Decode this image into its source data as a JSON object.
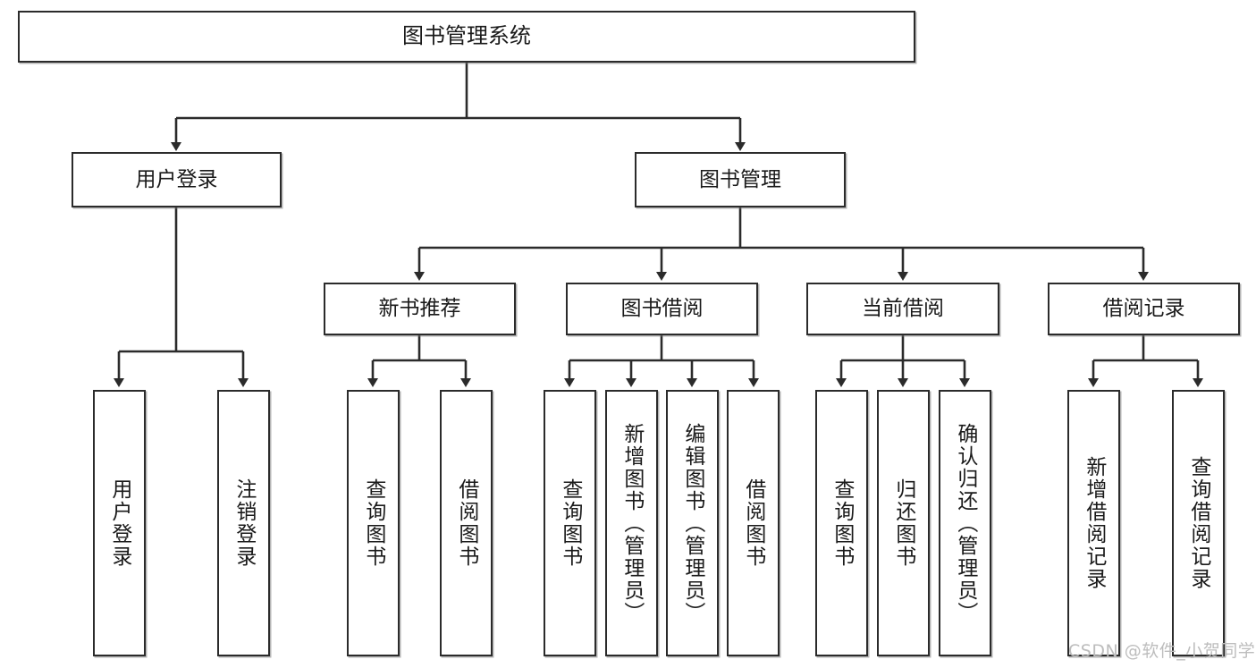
{
  "diagram": {
    "type": "tree-hierarchy-chart",
    "title": "图书管理系统",
    "colors": {
      "box_border": "#2b2b2b",
      "box_fill": "#ffffff",
      "connector": "#2b2b2b",
      "text": "#1a1a1a",
      "watermark": "#bdbdbd",
      "background": "#ffffff"
    },
    "levels": {
      "level0": [
        {
          "id": "root",
          "label": "图书管理系统",
          "orientation": "horizontal"
        }
      ],
      "level1": [
        {
          "id": "n-login",
          "label": "用户登录",
          "orientation": "horizontal"
        },
        {
          "id": "n-bookmgmt",
          "label": "图书管理",
          "orientation": "horizontal"
        }
      ],
      "level2": [
        {
          "id": "n-newbook",
          "label": "新书推荐",
          "orientation": "horizontal",
          "parent": "n-bookmgmt"
        },
        {
          "id": "n-borrow",
          "label": "图书借阅",
          "orientation": "horizontal",
          "parent": "n-bookmgmt"
        },
        {
          "id": "n-current",
          "label": "当前借阅",
          "orientation": "horizontal",
          "parent": "n-bookmgmt"
        },
        {
          "id": "n-records",
          "label": "借阅记录",
          "orientation": "horizontal",
          "parent": "n-bookmgmt"
        }
      ],
      "leaves": [
        {
          "id": "l1",
          "label": "用户登录",
          "orientation": "vertical",
          "parent": "n-login"
        },
        {
          "id": "l2",
          "label": "注销登录",
          "orientation": "vertical",
          "parent": "n-login"
        },
        {
          "id": "l3",
          "label": "查询图书",
          "orientation": "vertical",
          "parent": "n-newbook"
        },
        {
          "id": "l4",
          "label": "借阅图书",
          "orientation": "vertical",
          "parent": "n-newbook"
        },
        {
          "id": "l5",
          "label": "查询图书",
          "orientation": "vertical",
          "parent": "n-borrow"
        },
        {
          "id": "l6",
          "label": "新增图书（管理员）",
          "orientation": "vertical",
          "parent": "n-borrow"
        },
        {
          "id": "l7",
          "label": "编辑图书（管理员）",
          "orientation": "vertical",
          "parent": "n-borrow"
        },
        {
          "id": "l8",
          "label": "借阅图书",
          "orientation": "vertical",
          "parent": "n-borrow"
        },
        {
          "id": "l9",
          "label": "查询图书",
          "orientation": "vertical",
          "parent": "n-current"
        },
        {
          "id": "l10",
          "label": "归还图书",
          "orientation": "vertical",
          "parent": "n-current"
        },
        {
          "id": "l11",
          "label": "确认归还（管理员）",
          "orientation": "vertical",
          "parent": "n-current"
        },
        {
          "id": "l12",
          "label": "新增借阅记录",
          "orientation": "vertical",
          "parent": "n-records"
        },
        {
          "id": "l13",
          "label": "查询借阅记录",
          "orientation": "vertical",
          "parent": "n-records"
        }
      ]
    },
    "watermark": "CSDN @软件_小贺同学"
  }
}
